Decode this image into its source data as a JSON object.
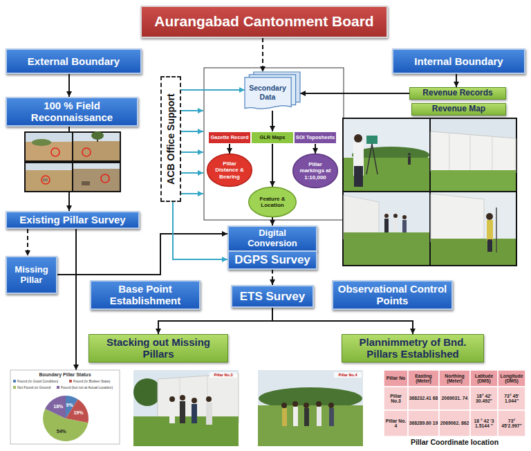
{
  "diagram": {
    "nodes": [
      {
        "text": [
          "Aurangabad Cantonment Board"
        ]
      },
      {
        "text": [
          "External Boundary"
        ]
      },
      {
        "text": [
          "Internal Boundary"
        ]
      },
      {
        "text": [
          "100 % Field Reconnaissance"
        ]
      },
      {
        "text": [
          "ACB Office Support"
        ]
      },
      {
        "text": [
          "Secondary Data"
        ]
      },
      {
        "text": [
          "Gazette Record"
        ]
      },
      {
        "text": [
          "GLR Maps"
        ]
      },
      {
        "text": [
          "SOI Toposheets"
        ]
      },
      {
        "text": [
          "Pillar Distance & Bearing"
        ]
      },
      {
        "text": [
          "Pillar markings at 1:10,000"
        ]
      },
      {
        "text": [
          "Feature & Location"
        ]
      },
      {
        "text": [
          "Revenue Records"
        ]
      },
      {
        "text": [
          "Revenue Map"
        ]
      },
      {
        "text": [
          "Existing Pillar Survey"
        ]
      },
      {
        "text": [
          "Missing Pillar"
        ]
      },
      {
        "text": [
          "Digital Conversion"
        ]
      },
      {
        "text": [
          "DGPS Survey"
        ]
      },
      {
        "text": [
          "Base Point Establishment"
        ]
      },
      {
        "text": [
          "ETS Survey"
        ]
      },
      {
        "text": [
          "Observational Control Points"
        ]
      },
      {
        "text": [
          "Stacking out Missing Pillars"
        ]
      },
      {
        "text": [
          "Plannimmetry of Bnd. Pillars Established"
        ]
      },
      {
        "text": [
          "Boundary Pillar Status"
        ]
      }
    ],
    "edges": [
      {
        "from": 0,
        "to": 5,
        "arrow": "to"
      },
      {
        "from": 1,
        "to": 3,
        "arrow": "to"
      },
      {
        "from": 2,
        "to": 12,
        "arrow": "to"
      },
      {
        "from": 12,
        "to": 5,
        "arrow": "to"
      },
      {
        "from": 4,
        "to": 5,
        "arrow": "to"
      },
      {
        "from": 5,
        "to": 7,
        "arrow": "to"
      },
      {
        "from": 6,
        "to": 9,
        "arrow": "to"
      },
      {
        "from": 8,
        "to": 10,
        "arrow": "to"
      },
      {
        "from": 7,
        "to": 11,
        "arrow": "to"
      },
      {
        "from": 3,
        "to": 14,
        "arrow": "to"
      },
      {
        "from": 14,
        "to": 15,
        "arrow": "to"
      },
      {
        "from": 14,
        "to": 23,
        "arrow": "to"
      },
      {
        "from": 15,
        "to": 16,
        "arrow": "to"
      },
      {
        "from": 4,
        "to": 17,
        "arrow": "to"
      },
      {
        "from": 11,
        "to": 16,
        "arrow": "to"
      },
      {
        "from": 16,
        "to": 17,
        "arrow": "to"
      },
      {
        "from": 17,
        "to": 19,
        "arrow": "to"
      },
      {
        "from": 19,
        "to": 21,
        "arrow": "to"
      },
      {
        "from": 19,
        "to": 22,
        "arrow": "to"
      }
    ],
    "labels": [
      "9%",
      "19%",
      "54%",
      "18%",
      "Pillar No.3",
      "Pillar No.4",
      "Pillar No",
      "Easting (Meter)",
      "Northing (Meter)",
      "Latitude (DMS)",
      "Longitude (DMS)",
      "Pillar No.3",
      "368232.41 68",
      "2069031. 74",
      "18° 42' 30.492\"",
      "73° 45' 1.044\"",
      "Pillar No. 4",
      "368289.60 19",
      "2069062. 862",
      "18 ° 42 '3 1.5144 \"",
      "73° 45'2.997\"",
      "Pillar Coordinate location"
    ],
    "legend": [
      {
        "text": "Found (In Good Condition)",
        "color": "#4f81bd"
      },
      {
        "text": "Found (In Broken State)",
        "color": "#c0504d"
      },
      {
        "text": "Not Found on Ground",
        "color": "#9bbb59"
      },
      {
        "text": "Found (but not at Actual Location)",
        "color": "#8064a2"
      }
    ]
  }
}
